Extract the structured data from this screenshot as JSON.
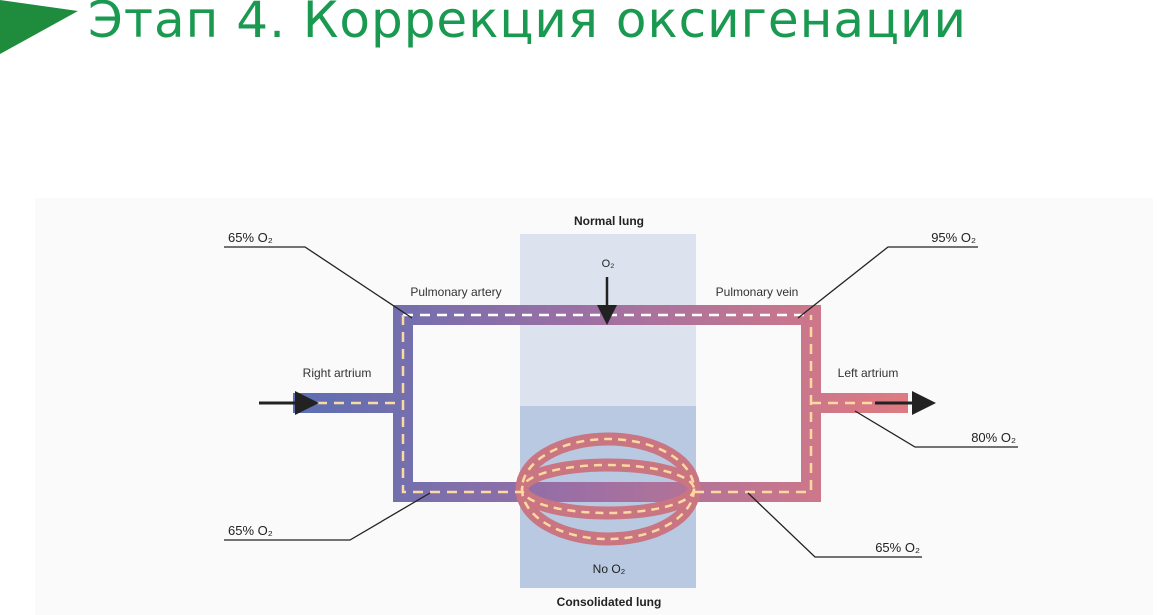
{
  "slide": {
    "title": "Этап 4. Коррекция оксигенации",
    "title_color": "#1a9a50",
    "marker_color": "#1e8c3c"
  },
  "diagram": {
    "normal_lung_label": "Normal lung",
    "consolidated_lung_label": "Consolidated lung",
    "o2_label": "O₂",
    "no_o2_label": "No O₂",
    "pulmonary_artery_label": "Pulmonary artery",
    "pulmonary_vein_label": "Pulmonary vein",
    "right_atrium_label": "Right artrium",
    "left_atrium_label": "Left artrium",
    "saturations": {
      "pulmonary_artery": "65% O₂",
      "pulmonary_vein": "95% O₂",
      "left_atrium_outflow": "80% O₂",
      "lower_left_vessel": "65% O₂",
      "lower_right_vessel": "65% O₂"
    },
    "colors": {
      "deoxygenated": "#5b6fb3",
      "oxygenated": "#e07a80",
      "normal_lung_zone": "#dde3ee",
      "consolidated_zone": "#b9c9e2",
      "flow_dash": "#fcd9a0",
      "upper_dash": "#ffffff"
    }
  }
}
